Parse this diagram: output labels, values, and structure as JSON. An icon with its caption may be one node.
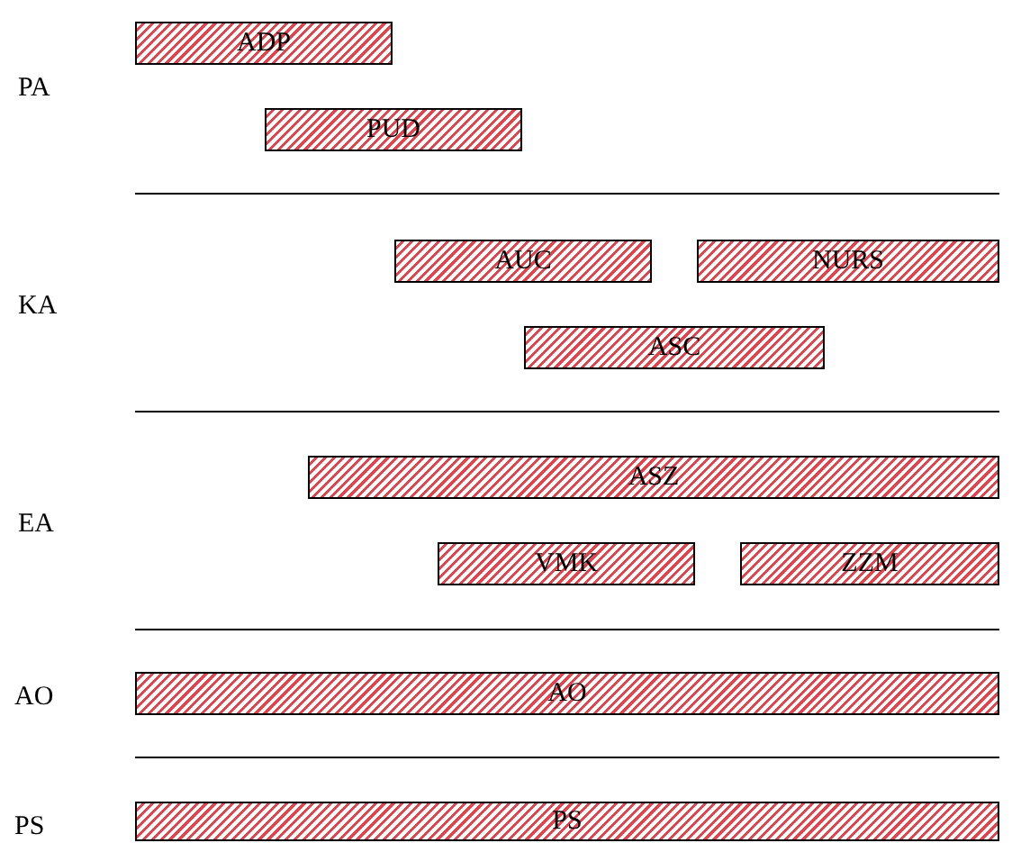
{
  "diagram": {
    "nodes": [
      {
        "text": [
          "ADP"
        ]
      },
      {
        "text": [
          "PUD"
        ]
      },
      {
        "text": [
          "AUC"
        ]
      },
      {
        "text": [
          "NURS"
        ]
      },
      {
        "text": [
          "ASC"
        ]
      },
      {
        "text": [
          "ASZ"
        ]
      },
      {
        "text": [
          "VMK"
        ]
      },
      {
        "text": [
          "ZZM"
        ]
      },
      {
        "text": [
          "AO"
        ]
      },
      {
        "text": [
          "PS"
        ]
      }
    ],
    "labels": [
      "PA",
      "KA",
      "EA",
      "AO",
      "PS"
    ]
  }
}
